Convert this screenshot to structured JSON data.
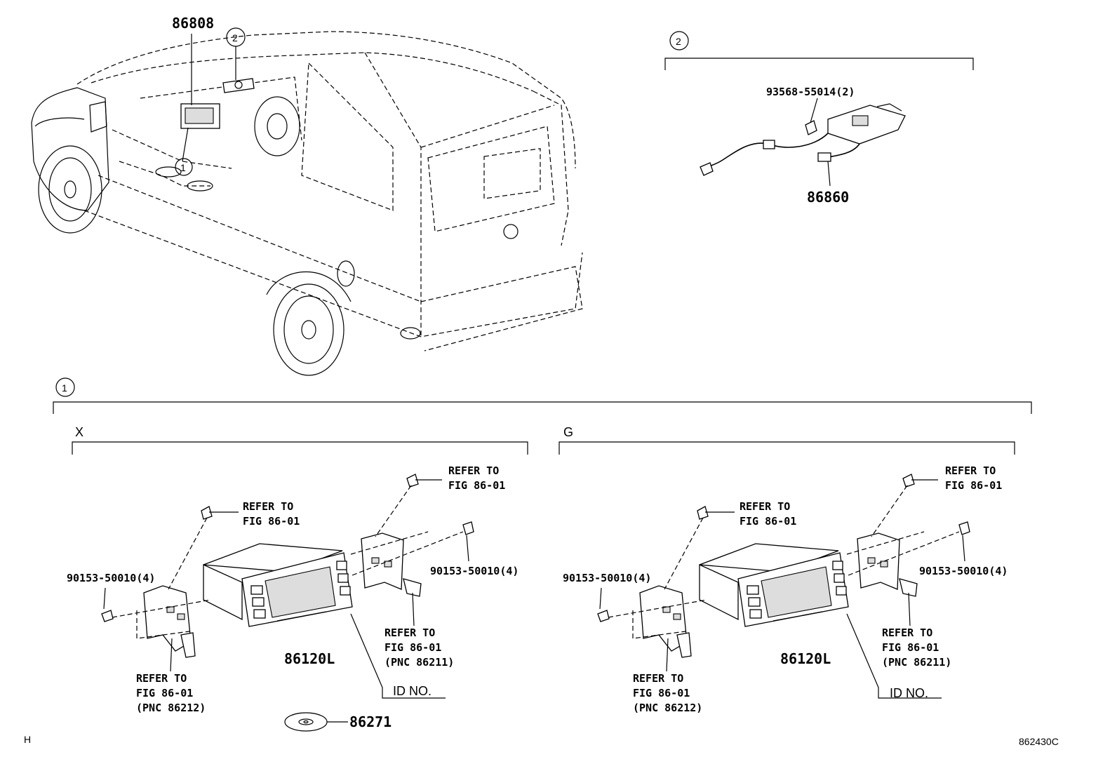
{
  "callouts": {
    "one": "1",
    "two": "2"
  },
  "top": {
    "radio_part": "86808",
    "antenna_cable_part": "86860",
    "antenna_screw_part": "93568-55014(2)"
  },
  "section_x": {
    "letter": "X",
    "bolt_left": "90153-50010(4)",
    "bolt_right": "90153-50010(4)",
    "refer_top_left": [
      "REFER TO",
      "FIG 86-01"
    ],
    "refer_top_right": [
      "REFER TO",
      "FIG 86-01"
    ],
    "refer_bottom_right": [
      "REFER TO",
      "FIG 86-01",
      "(PNC 86211)"
    ],
    "refer_bottom_left": [
      "REFER TO",
      "FIG 86-01",
      "(PNC 86212)"
    ],
    "unit_part": "86120L",
    "id_label": "ID NO.",
    "disc_part": "86271"
  },
  "section_g": {
    "letter": "G",
    "bolt_left": "90153-50010(4)",
    "bolt_right": "90153-50010(4)",
    "refer_top_left": [
      "REFER TO",
      "FIG 86-01"
    ],
    "refer_top_right": [
      "REFER TO",
      "FIG 86-01"
    ],
    "refer_bottom_right": [
      "REFER TO",
      "FIG 86-01",
      "(PNC 86211)"
    ],
    "refer_bottom_left": [
      "REFER TO",
      "FIG 86-01",
      "(PNC 86212)"
    ],
    "unit_part": "86120L",
    "id_label": "ID NO."
  },
  "footer": {
    "left_mark": "H",
    "figure_code": "862430C"
  }
}
